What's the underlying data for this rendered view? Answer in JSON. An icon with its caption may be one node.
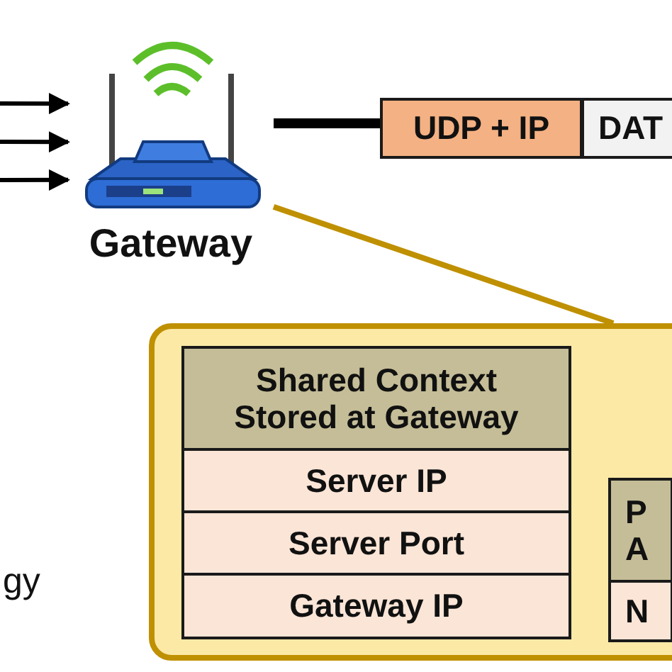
{
  "diagram": {
    "nodes": [
      {
        "text": [
          "Gateway"
        ]
      },
      {
        "text": [
          "UDP + IP"
        ]
      },
      {
        "text": [
          "DAT"
        ]
      },
      {
        "text": [],
        "shape": "box"
      },
      {
        "text": [
          "Shared Context Stored at Gateway"
        ],
        "in": 3
      },
      {
        "text": [
          "Server IP"
        ],
        "in": 3
      },
      {
        "text": [
          "Server Port"
        ],
        "in": 3
      },
      {
        "text": [
          "Gateway IP"
        ],
        "in": 3
      },
      {
        "text": [
          "P A"
        ],
        "in": 3
      },
      {
        "text": [
          "N"
        ],
        "in": 3
      }
    ],
    "edges": [
      {
        "from": null,
        "to": 0,
        "arrow": "to"
      },
      {
        "from": null,
        "to": 0,
        "arrow": "to"
      },
      {
        "from": null,
        "to": 0,
        "arrow": "to"
      },
      {
        "from": 0,
        "to": 1,
        "arrow": "none",
        "style": "thick"
      },
      {
        "from": 0,
        "to": 3,
        "arrow": "none",
        "color": "#bf9000"
      }
    ],
    "labels": [
      "gy"
    ]
  }
}
